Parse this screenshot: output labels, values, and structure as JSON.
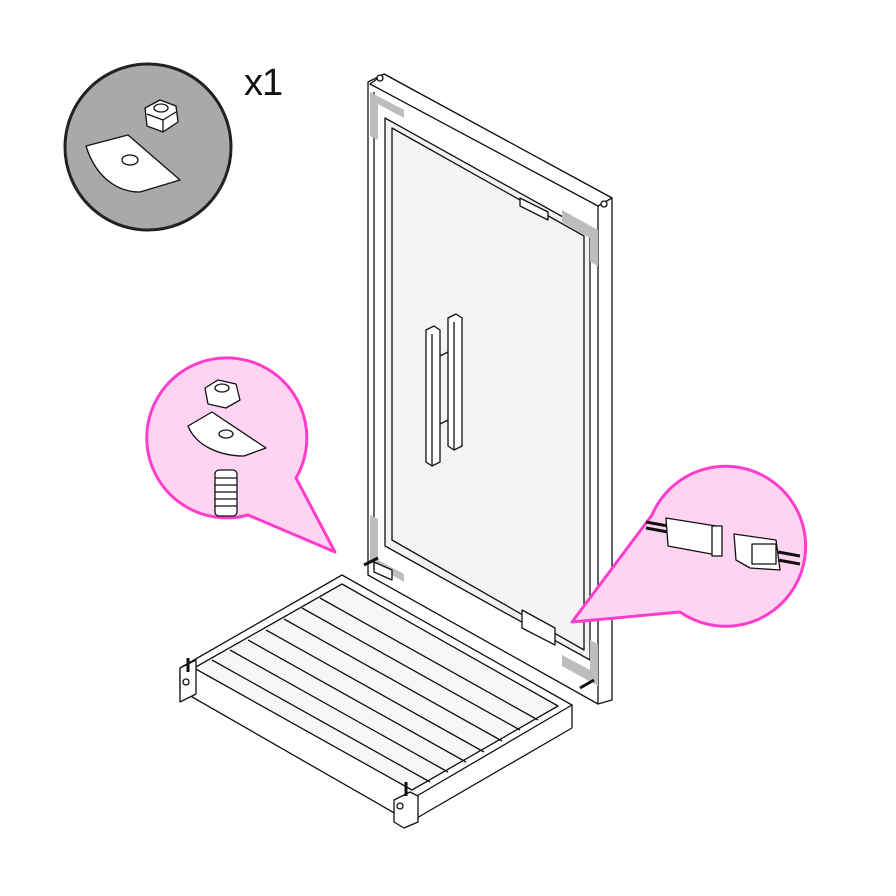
{
  "parts_callout": {
    "quantity_label": "x1",
    "parts": [
      "hex-nut",
      "half-round-plate"
    ]
  },
  "colors": {
    "callout_grey": "#a9a9a9",
    "callout_magenta": "#ff3dcc",
    "callout_magenta_fill": "#ffd3f2",
    "glass": "#f2f2f2",
    "corner_bracket": "#bdbdbd",
    "line": "#111111"
  }
}
